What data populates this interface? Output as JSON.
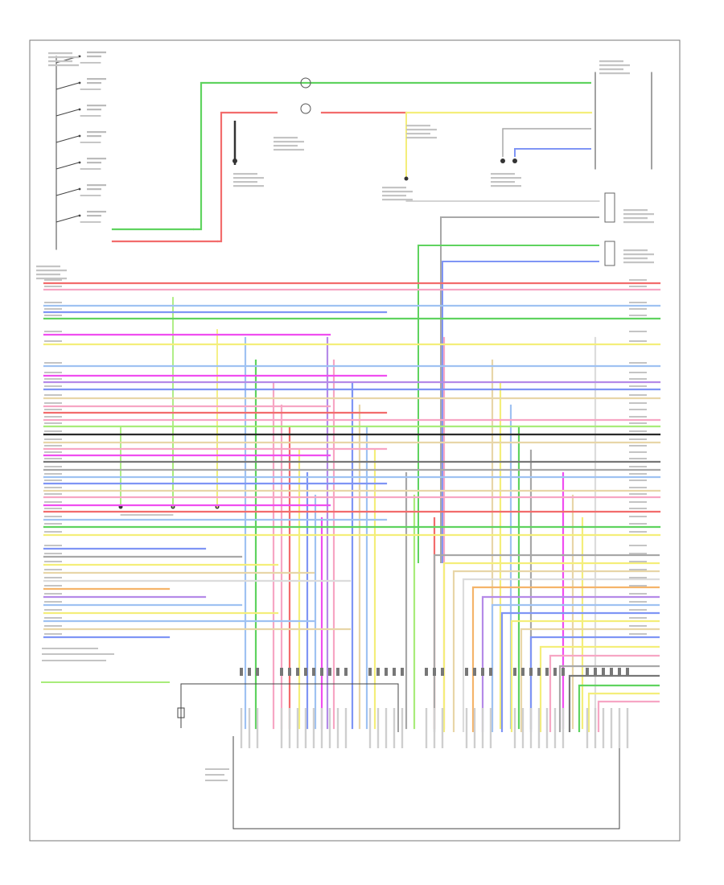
{
  "footer": {
    "code": ""
  },
  "wire_colors": {
    "red": "#f26c6c",
    "pink": "#f7a6c4",
    "blue": "#7f95f5",
    "ltblue": "#9fc2f2",
    "green": "#5fd35f",
    "ltgreen": "#a8ec7a",
    "yellow": "#f4ee7a",
    "tan": "#e8d6a8",
    "magenta": "#f04ef0",
    "violet": "#b58ae8",
    "gray": "#a8a8a8",
    "dkgray": "#777777",
    "black": "#2a2a2a",
    "white": "#dcdcdc",
    "orange": "#f5b46a"
  },
  "switch_stack": {
    "count": 7
  },
  "bottom_connector_groups": [
    {
      "pins": 3
    },
    {
      "pins": 9
    },
    {
      "pins": 5
    },
    {
      "pins": 3
    },
    {
      "pins": 4
    },
    {
      "pins": 7
    },
    {
      "pins": 6
    }
  ]
}
